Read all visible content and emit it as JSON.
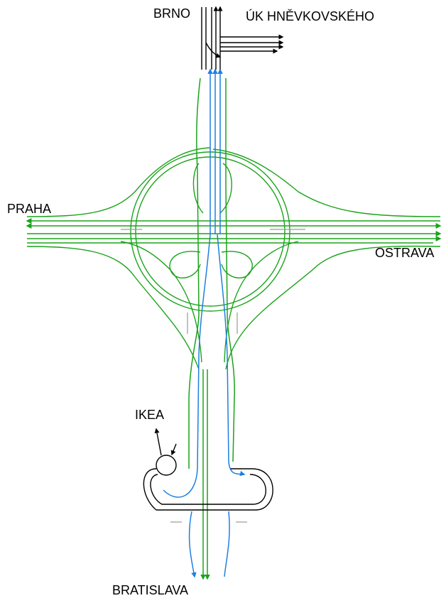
{
  "labels": {
    "brno": "BRNO",
    "uk_hnevkovskeho": "ÚK HNĚVKOVSKÉHO",
    "praha": "PRAHA",
    "ostrava": "OSTRAVA",
    "ikea": "IKEA",
    "bratislava": "BRATISLAVA"
  },
  "colors": {
    "green_roads": "#1aa31a",
    "blue_roads": "#1e7fe0",
    "black_roads": "#000000",
    "gray_marks": "#9a9a9a"
  }
}
